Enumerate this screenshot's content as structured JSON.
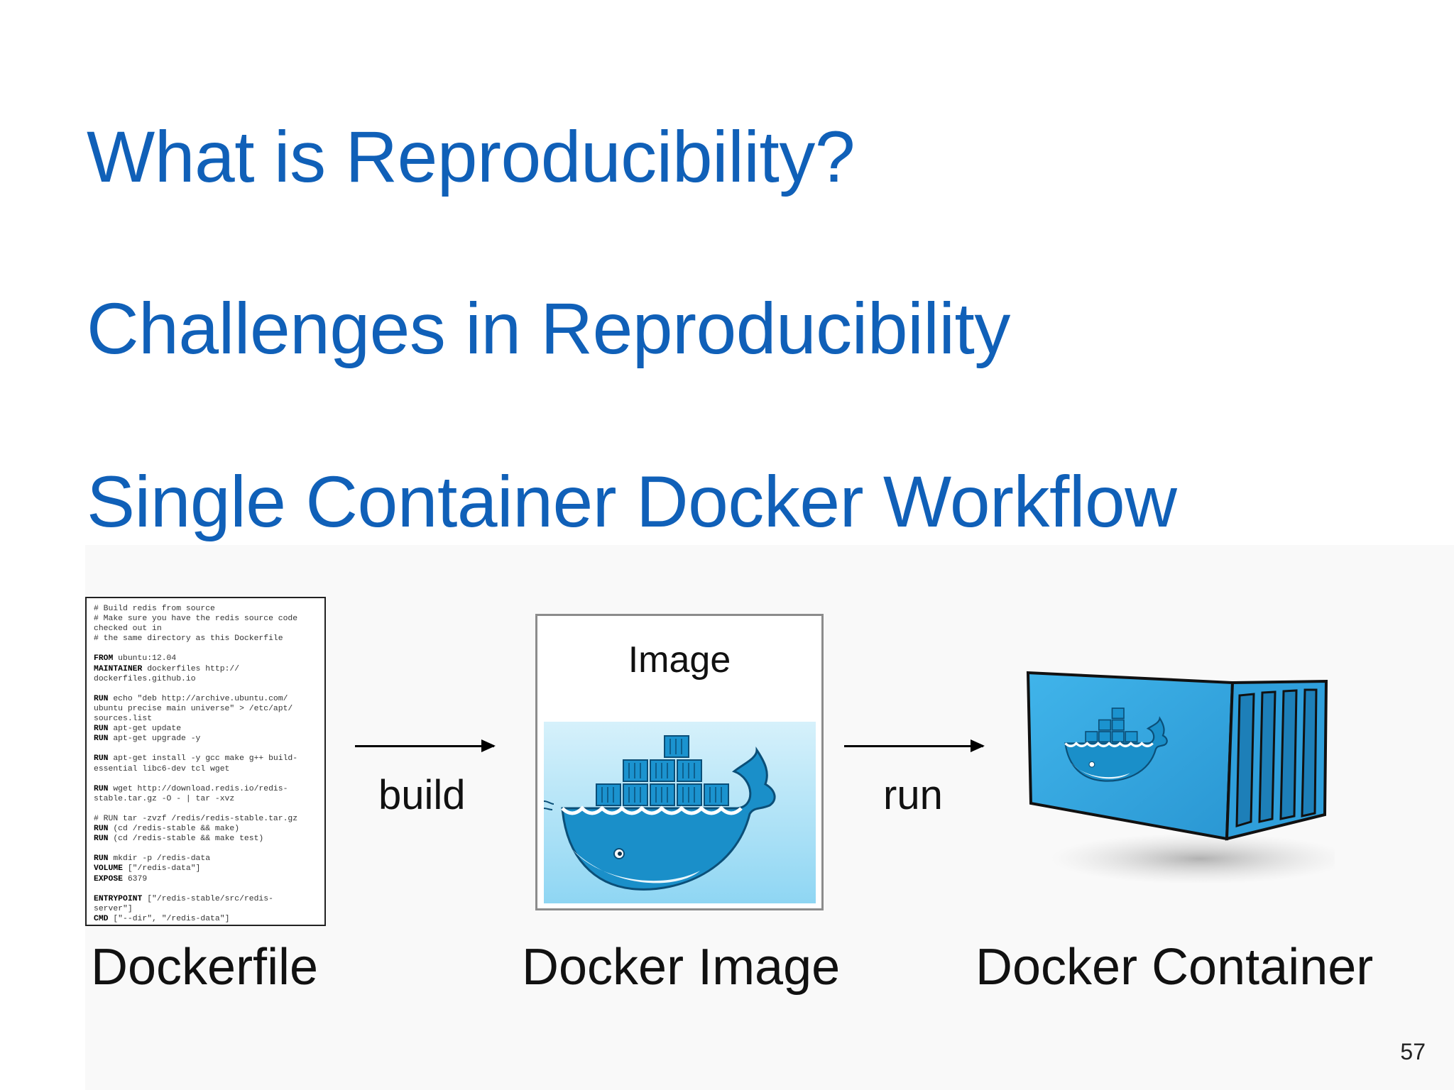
{
  "headings": {
    "h1": "What is Reproducibility?",
    "h2": "Challenges in Reproducibility",
    "h3": "Single Container Docker Workflow"
  },
  "dockerfile_lines": [
    [
      "",
      "# Build redis from source"
    ],
    [
      "",
      "# Make sure you have the redis source code"
    ],
    [
      "",
      "checked out in"
    ],
    [
      "",
      "# the same directory as this Dockerfile"
    ],
    [
      "",
      ""
    ],
    [
      "FROM",
      " ubuntu:12.04"
    ],
    [
      "MAINTAINER",
      " dockerfiles http://"
    ],
    [
      "",
      "dockerfiles.github.io"
    ],
    [
      "",
      ""
    ],
    [
      "RUN",
      " echo \"deb http://archive.ubuntu.com/"
    ],
    [
      "",
      "ubuntu precise main universe\" > /etc/apt/"
    ],
    [
      "",
      "sources.list"
    ],
    [
      "RUN",
      " apt-get update"
    ],
    [
      "RUN",
      " apt-get upgrade -y"
    ],
    [
      "",
      ""
    ],
    [
      "RUN",
      " apt-get install -y gcc make g++ build-"
    ],
    [
      "",
      "essential libc6-dev tcl wget"
    ],
    [
      "",
      ""
    ],
    [
      "RUN",
      " wget http://download.redis.io/redis-"
    ],
    [
      "",
      "stable.tar.gz -O - | tar -xvz"
    ],
    [
      "",
      ""
    ],
    [
      "",
      "# RUN tar -zvzf /redis/redis-stable.tar.gz"
    ],
    [
      "RUN",
      " (cd /redis-stable && make)"
    ],
    [
      "RUN",
      " (cd /redis-stable && make test)"
    ],
    [
      "",
      ""
    ],
    [
      "RUN",
      " mkdir -p /redis-data"
    ],
    [
      "VOLUME",
      " [\"/redis-data\"]"
    ],
    [
      "EXPOSE",
      " 6379"
    ],
    [
      "",
      ""
    ],
    [
      "ENTRYPOINT",
      " [\"/redis-stable/src/redis-"
    ],
    [
      "",
      "server\"]"
    ],
    [
      "CMD",
      " [\"--dir\", \"/redis-data\"]"
    ]
  ],
  "flow": {
    "build_label": "build",
    "run_label": "run",
    "image_box_title": "Image"
  },
  "captions": {
    "dockerfile": "Dockerfile",
    "image": "Docker Image",
    "container": "Docker Container"
  },
  "page_number": "57",
  "colors": {
    "heading": "#1060b8",
    "whale_blue": "#1a8fc9",
    "water_light": "#9fdcf5",
    "container_blue": "#35a8e0"
  },
  "icons": {
    "docker_whale": "docker-whale-icon",
    "shipping_container": "shipping-container-icon"
  }
}
